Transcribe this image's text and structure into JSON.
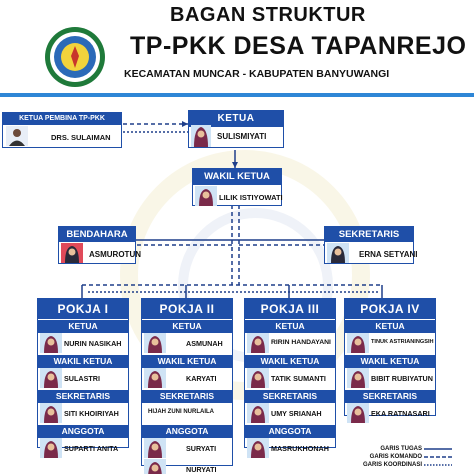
{
  "header": {
    "title_line1": "BAGAN STRUKTUR",
    "title_line2": "TP-PKK DESA TAPANREJO",
    "subtitle": "KECAMATAN MUNCAR - KABUPATEN BANYUWANGI"
  },
  "pembina": {
    "title": "KETUA PEMBINA TP-PKK",
    "name": "DRS. SULAIMAN"
  },
  "ketua": {
    "title": "KETUA",
    "name": "SULISMIYATI"
  },
  "wakil": {
    "title": "WAKIL KETUA",
    "name": "LILIK ISTIYOWATI"
  },
  "bendahara": {
    "title": "BENDAHARA",
    "name": "ASMUROTUN"
  },
  "sekretaris": {
    "title": "SEKRETARIS",
    "name": "ERNA SETYANI"
  },
  "pokja": [
    {
      "title": "POKJA I",
      "roles": [
        {
          "role": "KETUA",
          "name": "NURIN NASIKAH"
        },
        {
          "role": "WAKIL KETUA",
          "name": "SULASTRI"
        },
        {
          "role": "SEKRETARIS",
          "name": "SITI KHOIRIYAH"
        },
        {
          "role": "ANGGOTA",
          "name": "SUPARTI ANITA"
        }
      ]
    },
    {
      "title": "POKJA II",
      "roles": [
        {
          "role": "KETUA",
          "name": "ASMUNAH"
        },
        {
          "role": "WAKIL KETUA",
          "name": "KARYATI"
        },
        {
          "role": "SEKRETARIS",
          "name": "HIJAH ZUNI NURLAILA"
        },
        {
          "role": "ANGGOTA",
          "name": "SURYATI"
        },
        {
          "role": "",
          "name": "NURYATI"
        }
      ]
    },
    {
      "title": "POKJA III",
      "roles": [
        {
          "role": "KETUA",
          "name": "RIRIN HANDAYANI"
        },
        {
          "role": "WAKIL KETUA",
          "name": "TATIK SUMANTI"
        },
        {
          "role": "SEKRETARIS",
          "name": "UMY SRIANAH"
        },
        {
          "role": "ANGGOTA",
          "name": "MASRUKHONAH"
        }
      ]
    },
    {
      "title": "POKJA IV",
      "roles": [
        {
          "role": "KETUA",
          "name": "TINUK ASTRIANINGSIH"
        },
        {
          "role": "WAKIL KETUA",
          "name": "BIBIT RUBIYATUN"
        },
        {
          "role": "SEKRETARIS",
          "name": "EKA RATNASARI"
        }
      ]
    }
  ],
  "legend": {
    "tugas": "GARIS TUGAS",
    "komando": "GARIS KOMANDO",
    "koordinasi": "GARIS KOORDINASI"
  },
  "colors": {
    "primary": "#1f4fa8",
    "accent": "#2e86d6",
    "portrait_bg": "#cfe3f5",
    "hijab": "#7a2a4a"
  }
}
